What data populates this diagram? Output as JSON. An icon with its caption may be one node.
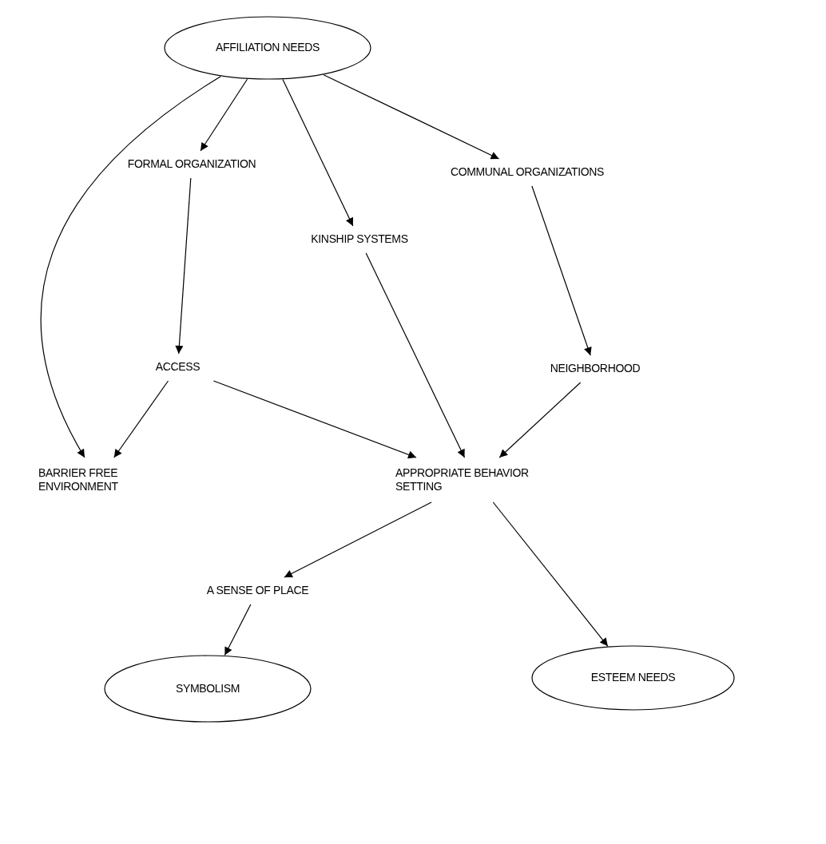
{
  "diagram": {
    "nodes": [
      {
        "text": [
          "AFFILIATION NEEDS"
        ]
      },
      {
        "text": [
          "FORMAL ORGANIZATION"
        ]
      },
      {
        "text": [
          "KINSHIP SYSTEMS"
        ]
      },
      {
        "text": [
          "COMMUNAL ORGANIZATIONS"
        ]
      },
      {
        "text": [
          "ACCESS"
        ]
      },
      {
        "text": [
          "NEIGHBORHOOD"
        ]
      },
      {
        "text": [
          "BARRIER FREE ENVIRONMENT"
        ]
      },
      {
        "text": [
          "APPROPRIATE BEHAVIOR SETTING"
        ]
      },
      {
        "text": [
          "A SENSE OF PLACE"
        ]
      },
      {
        "text": [
          "SYMBOLISM"
        ]
      },
      {
        "text": [
          "ESTEEM NEEDS"
        ]
      }
    ],
    "edges": [
      {
        "from": 0,
        "to": 1,
        "arrow": "to"
      },
      {
        "from": 0,
        "to": 2,
        "arrow": "to"
      },
      {
        "from": 0,
        "to": 3,
        "arrow": "to"
      },
      {
        "from": 0,
        "to": 6,
        "arrow": "to"
      },
      {
        "from": 1,
        "to": 4,
        "arrow": "to"
      },
      {
        "from": 3,
        "to": 5,
        "arrow": "to"
      },
      {
        "from": 2,
        "to": 7,
        "arrow": "to"
      },
      {
        "from": 4,
        "to": 7,
        "arrow": "to"
      },
      {
        "from": 5,
        "to": 7,
        "arrow": "to"
      },
      {
        "from": 4,
        "to": 6,
        "arrow": "to"
      },
      {
        "from": 7,
        "to": 8,
        "arrow": "to"
      },
      {
        "from": 7,
        "to": 10,
        "arrow": "to"
      },
      {
        "from": 8,
        "to": 9,
        "arrow": "to"
      }
    ]
  }
}
